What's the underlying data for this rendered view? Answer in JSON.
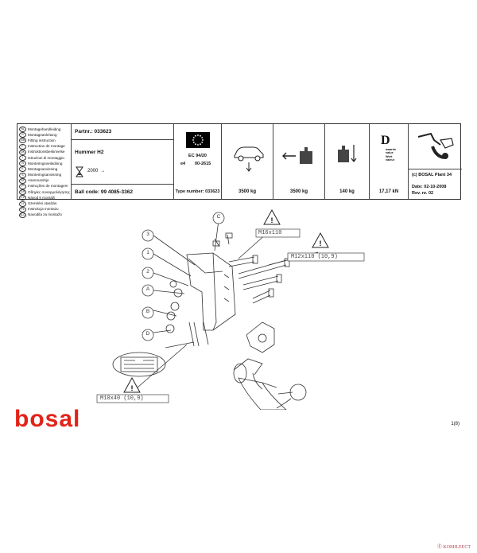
{
  "header": {
    "languages": [
      {
        "code": "NL",
        "label": "Montagehandleiding"
      },
      {
        "code": "D",
        "label": "Montageanleitung"
      },
      {
        "code": "GB",
        "label": "Fitting instruction"
      },
      {
        "code": "F",
        "label": "Instruction de montage"
      },
      {
        "code": "DK",
        "label": "Instruktionsbeskrivelse"
      },
      {
        "code": "I",
        "label": "Istruzioni di montaggio"
      },
      {
        "code": "N",
        "label": "Monteringsveiledning"
      },
      {
        "code": "E",
        "label": "Montageanvisning"
      },
      {
        "code": "S",
        "label": "Monteringsanvisning"
      },
      {
        "code": "SF",
        "label": "Asennusohje"
      },
      {
        "code": "P",
        "label": "Instruções de montagem"
      },
      {
        "code": "GR",
        "label": "Οδηγίες συναρμολόγησης"
      },
      {
        "code": "CZ",
        "label": "Návod k montáži"
      },
      {
        "code": "H",
        "label": "Szerelési utasítás"
      },
      {
        "code": "PL",
        "label": "Instrukcja montażu"
      },
      {
        "code": "SLO",
        "label": "Navodila za montažo"
      }
    ],
    "part_nr": "Partnr.: 033623",
    "vehicle": "Hummer H2",
    "hours": "2000",
    "ball_code": "Ball code: 99 4085-3362",
    "ec_text": "EC 94/20",
    "e_mark": "e4",
    "e_number": "00-2615",
    "type_number": "Type  number: 033623",
    "max_towing": "3500 kg",
    "max_trailer": "3500 kg",
    "max_vertical": "140 kg",
    "d_letter": "D",
    "d_sub": [
      "waarde",
      "value",
      "Wert",
      "valeur"
    ],
    "d_value": "17,17 kN",
    "copyright": "(c) BOSAL Plant 34",
    "date": "Date: 02-10-2008",
    "rev": "Rev. nr.  02"
  },
  "diagram": {
    "callouts": [
      "3",
      "1",
      "2",
      "A",
      "B",
      "D",
      "C"
    ],
    "bolt_labels": [
      "M16x110",
      "M12x110 (10,9)",
      "M10x40 (10,9)"
    ]
  },
  "footer": {
    "brand": "bosal",
    "page": "1(8)",
    "watermark": "KOMILEECT"
  },
  "colors": {
    "brand": "#e2231a",
    "line": "#333333"
  }
}
